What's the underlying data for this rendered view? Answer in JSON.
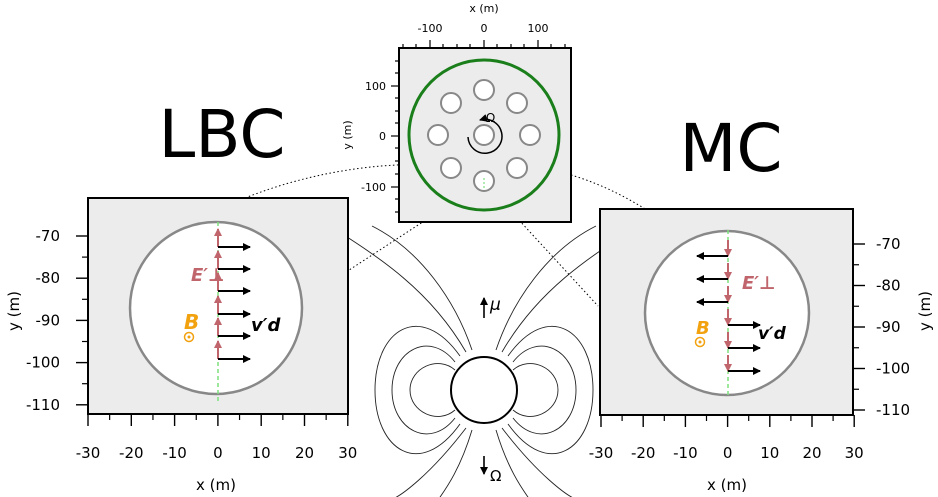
{
  "labels": {
    "lbc": "LBC",
    "mc": "MC",
    "omega": "Ω",
    "mu": "μ",
    "e_perp": "E′⊥",
    "b_field": "B",
    "v_drift": "v′d"
  },
  "axes": {
    "x_label": "x (m)",
    "y_label": "y (m)",
    "small_x_ticks": [
      "-100",
      "0",
      "100"
    ],
    "small_y_ticks": [
      "100",
      "0",
      "-100"
    ],
    "panel_x_ticks": [
      "-30",
      "-20",
      "-10",
      "0",
      "10",
      "20",
      "30"
    ],
    "panel_y_ticks": [
      "-70",
      "-80",
      "-90",
      "-100",
      "-110"
    ]
  },
  "colors": {
    "ring": "#1a7f1a",
    "magnet": "#888888",
    "e_field": "#c0656b",
    "b_field": "#f2a20f",
    "center_line": "#7ee07e",
    "panel_bg": "#ececec"
  }
}
